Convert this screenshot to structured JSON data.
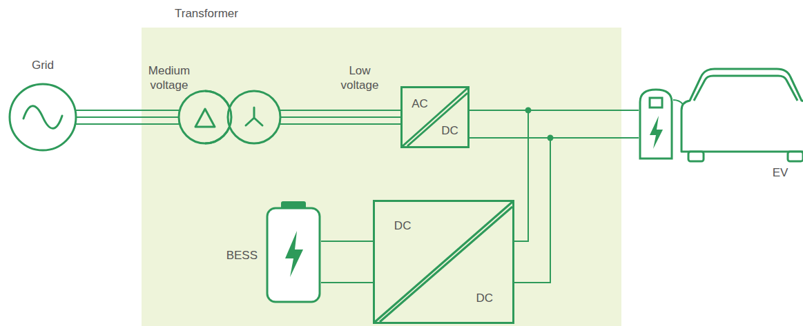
{
  "diagram": {
    "nodes": [
      {
        "text": [
          "Transformer"
        ]
      },
      {
        "text": [
          "Grid"
        ]
      },
      {
        "text": [
          "AC",
          "DC"
        ],
        "in": 0
      },
      {
        "text": [
          "DC",
          "DC"
        ],
        "in": 0
      },
      {
        "text": [
          "BESS"
        ],
        "in": 0
      },
      {
        "text": [
          "EV"
        ]
      }
    ],
    "edges": [
      {
        "from": 1,
        "to": 2,
        "arrow": "none"
      },
      {
        "from": 2,
        "to": 5,
        "arrow": "none"
      },
      {
        "from": 3,
        "to": 5,
        "arrow": "none"
      },
      {
        "from": 4,
        "to": 3,
        "arrow": "none"
      }
    ],
    "labels": [
      "Medium voltage",
      "Low voltage"
    ]
  }
}
